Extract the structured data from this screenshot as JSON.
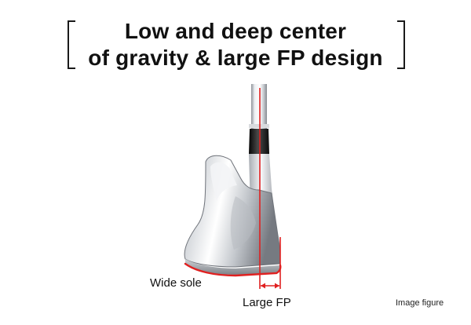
{
  "title": {
    "line1": "Low and deep center",
    "line2": "of gravity & large FP design"
  },
  "labels": {
    "wide_sole": "Wide sole",
    "large_fp": "Large FP",
    "image_note": "Image figure"
  },
  "colors": {
    "accent": "#e02020",
    "text": "#111111"
  },
  "icons": {
    "club": "golf-iron-club-illustration"
  }
}
